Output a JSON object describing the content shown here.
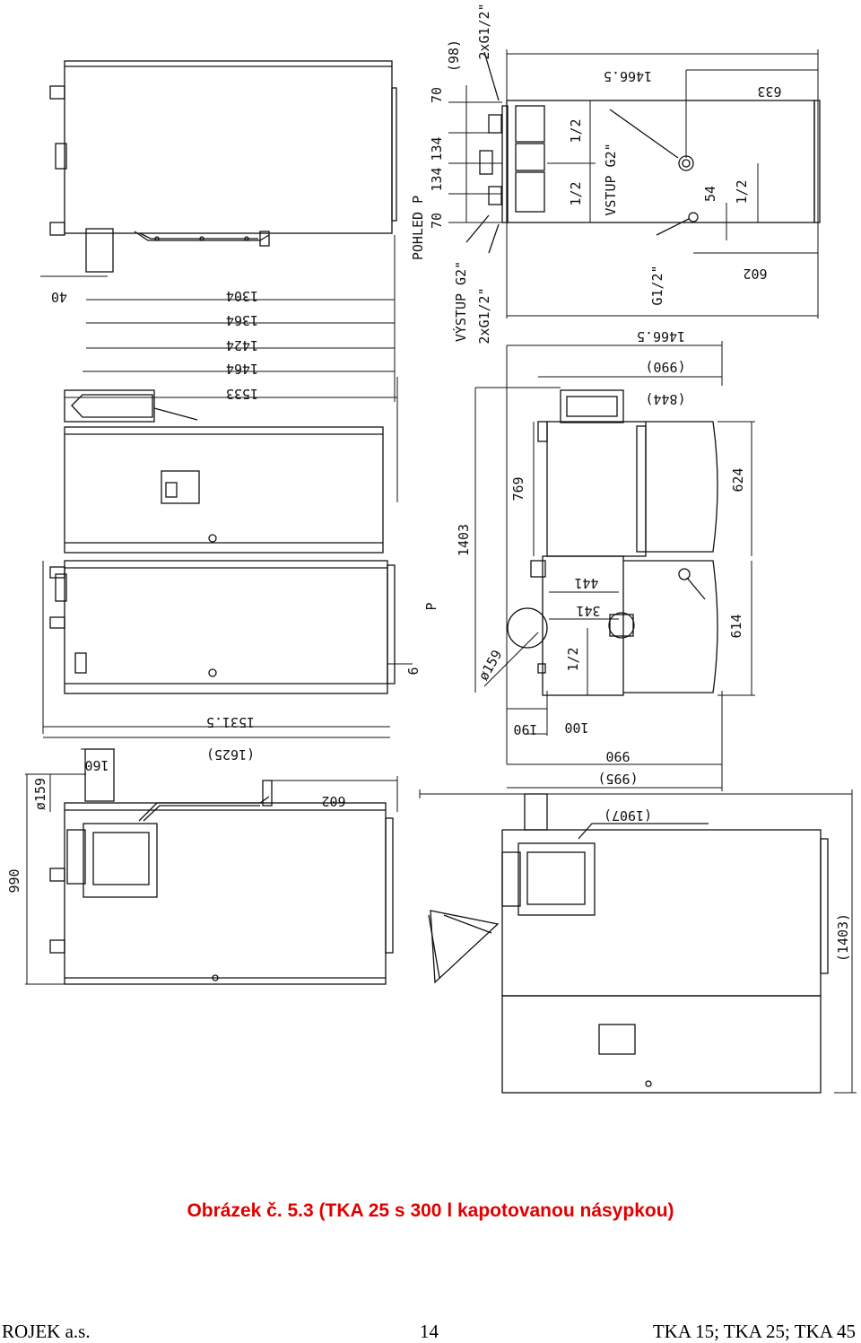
{
  "drawing": {
    "dims_top_left": [
      "40",
      "1304",
      "1364",
      "1424",
      "1464",
      "1533"
    ],
    "dims_middle_left": [
      "1531.5",
      "(1625)",
      "6",
      "P"
    ],
    "dims_bottom_left": [
      "160",
      "ø159",
      "990",
      "602"
    ],
    "dims_top_right": [
      "(98)",
      "2xG1/2\"",
      "70",
      "134",
      "134",
      "70",
      "POHLED P",
      "1466.5",
      "633",
      "1/2",
      "1/2",
      "VSTUP G2\"",
      "54",
      "1/2",
      "602",
      "1466.5",
      "VÝSTUP G2\"",
      "2xG1/2\"",
      "G1/2\""
    ],
    "dims_middle_right": [
      "(990)",
      "(844)",
      "769",
      "1403",
      "624",
      "441",
      "341",
      "1/2",
      "614",
      "ø159",
      "190",
      "100",
      "990",
      "(995)"
    ],
    "dims_bottom_right": [
      "(1907)",
      "(1403)"
    ]
  },
  "caption": "Obrázek č. 5.3 (TKA 25 s 300 l kapotovanou násypkou)",
  "footer": {
    "left": "ROJEK a.s.",
    "center": "14",
    "right": "TKA 15; TKA 25; TKA 45"
  }
}
